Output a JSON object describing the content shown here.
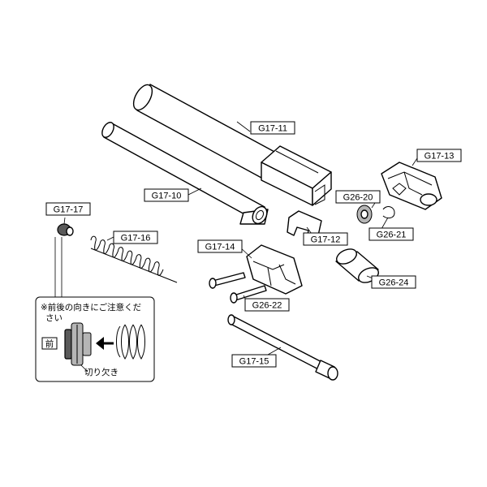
{
  "parts": {
    "g17_11": "G17-11",
    "g17_10": "G17-10",
    "g17_13": "G17-13",
    "g26_20": "G26-20",
    "g26_21": "G26-21",
    "g17_12": "G17-12",
    "g17_17": "G17-17",
    "g17_16": "G17-16",
    "g17_14": "G17-14",
    "g26_24": "G26-24",
    "g26_22": "G26-22",
    "g17_15": "G17-15"
  },
  "note": {
    "line1": "※前後の向きにご注意くだ",
    "line2": "さい",
    "front_label": "前",
    "notch_label": "切り欠き"
  }
}
